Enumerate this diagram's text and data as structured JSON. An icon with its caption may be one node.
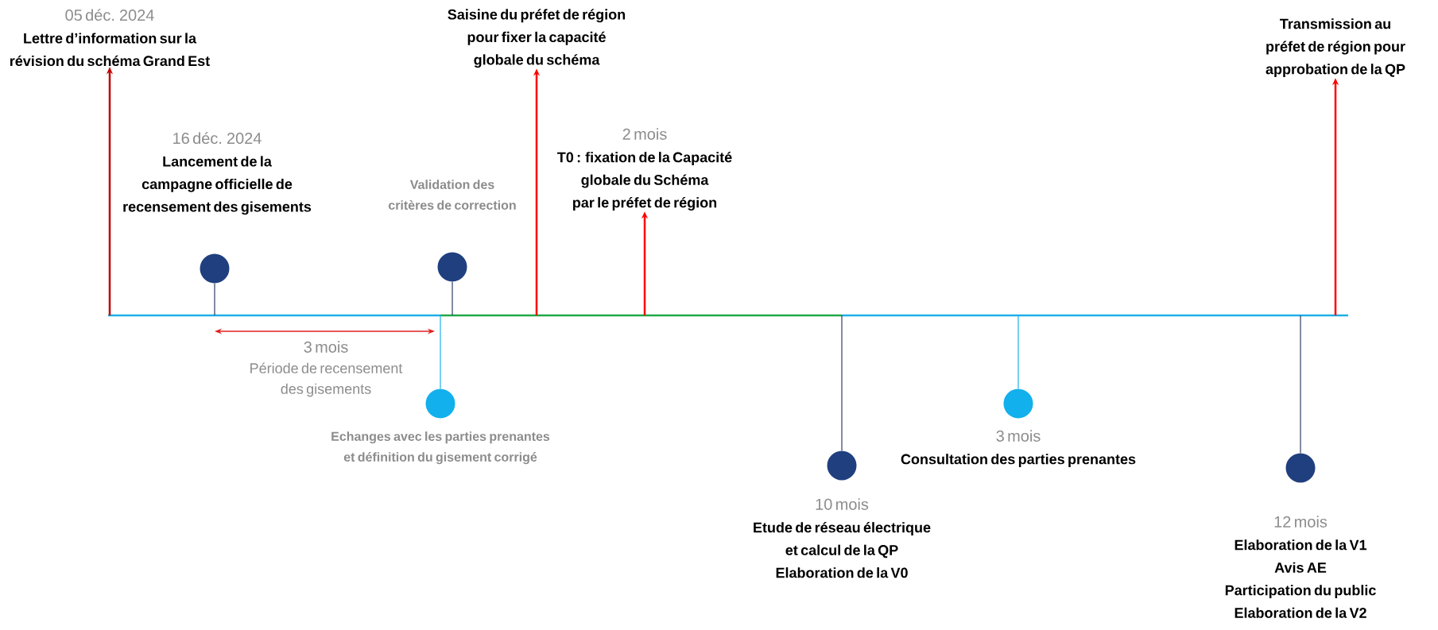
{
  "diagram": {
    "nodes": [
      {
        "text": [],
        "shape": "bar"
      },
      {
        "text": [
          "05 déc. 2024",
          "Lettre d’information sur la révision du schéma Grand Est"
        ]
      },
      {
        "text": [],
        "shape": "circle",
        "beside": [
          "16 déc. 2024",
          "Lancement de la campagne officielle de recensement des gisements"
        ]
      },
      {
        "text": [],
        "shape": "circle",
        "beside": [
          "Validation des critères de correction"
        ]
      },
      {
        "text": [
          "Saisine du préfet de région pour fixer la capacité globale du schéma"
        ]
      },
      {
        "text": [
          "2 mois",
          "T0 : fixation de la Capacité globale du Schéma par le préfet de région"
        ]
      },
      {
        "text": [],
        "shape": "circle",
        "beside": [
          "Echanges avec les parties prenantes et définition du gisement corrigé"
        ]
      },
      {
        "text": [],
        "shape": "circle",
        "beside": [
          "10 mois",
          "Etude de réseau électrique et calcul de la QP",
          "Elaboration de la V0"
        ]
      },
      {
        "text": [],
        "shape": "circle",
        "beside": [
          "3 mois",
          "Consultation des parties prenantes"
        ]
      },
      {
        "text": [],
        "shape": "circle",
        "beside": [
          "12 mois",
          "Elaboration de la V1",
          "Avis AE",
          "Participation du public",
          "Elaboration de la V2"
        ]
      },
      {
        "text": [
          "Transmission au préfet de région pour approbation de la QP"
        ]
      }
    ],
    "edges": [
      {
        "from": 0,
        "to": 1,
        "arrow": "to",
        "color": "#c00000"
      },
      {
        "from": 0,
        "to": 2,
        "arrow": "none"
      },
      {
        "from": 0,
        "to": 3,
        "arrow": "none"
      },
      {
        "from": 0,
        "to": 4,
        "arrow": "to",
        "color": "#ff0000"
      },
      {
        "from": 0,
        "to": 5,
        "arrow": "to",
        "color": "#ff0000"
      },
      {
        "from": 0,
        "to": 6,
        "arrow": "none",
        "color": "#1fb0e8"
      },
      {
        "from": 0,
        "to": 7,
        "arrow": "none"
      },
      {
        "from": 0,
        "to": 8,
        "arrow": "none",
        "color": "#1fb0e8"
      },
      {
        "from": 0,
        "to": 9,
        "arrow": "none"
      },
      {
        "from": 0,
        "to": 10,
        "arrow": "to",
        "color": "#ff0000"
      }
    ],
    "labels": [
      "3 mois",
      "Période de recensement des gisements"
    ]
  }
}
